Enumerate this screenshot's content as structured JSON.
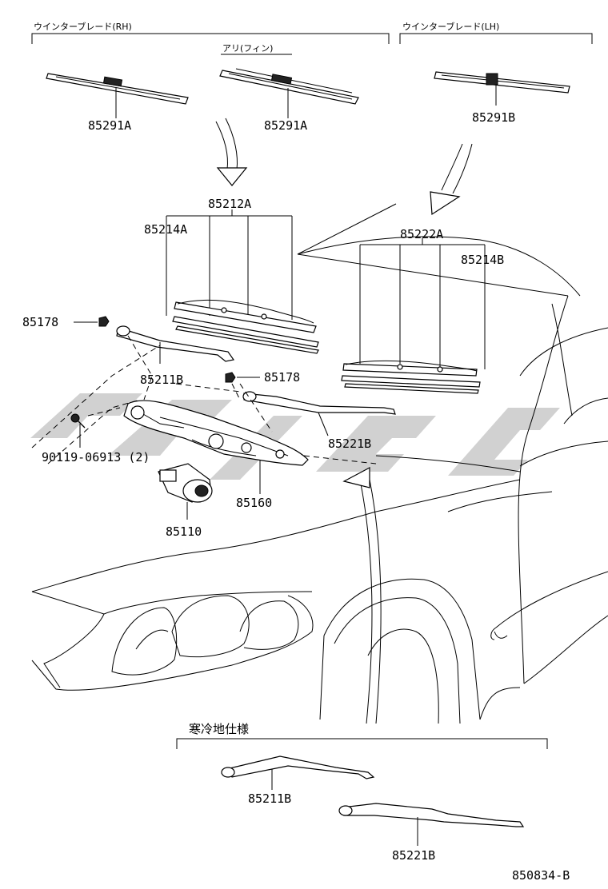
{
  "headers": {
    "winter_blade_rh": "ウインターブレード(RH)",
    "winter_blade_lh": "ウインターブレード(LH)",
    "with_fin": "アリ(フィン)",
    "cold_spec": "寒冷地仕様"
  },
  "parts": {
    "p85291A_1": "85291A",
    "p85291A_2": "85291A",
    "p85291B": "85291B",
    "p85212A": "85212A",
    "p85214A": "85214A",
    "p85222A": "85222A",
    "p85214B": "85214B",
    "p85178_left": "85178",
    "p85178_right": "85178",
    "p85211B": "85211B",
    "p85221B": "85221B",
    "p90119": "90119-06913 (2)",
    "p85160": "85160",
    "p85110": "85110",
    "p85211B_cold": "85211B",
    "p85221B_cold": "85221B"
  },
  "diagram_code": "850834-B"
}
